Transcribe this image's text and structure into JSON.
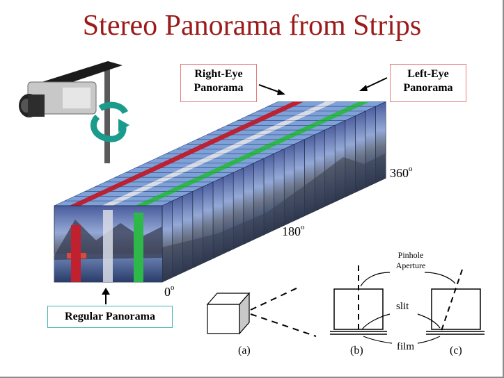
{
  "slide": {
    "title": "Stereo Panorama from Strips"
  },
  "labels": {
    "right_eye_line1": "Right-Eye",
    "right_eye_line2": "Panorama",
    "left_eye_line1": "Left-Eye",
    "left_eye_line2": "Panorama",
    "regular": "Regular Panorama"
  },
  "angles": {
    "deg0": "0",
    "deg180": "180",
    "deg360": "360",
    "degree_mark": "o"
  },
  "camera_diagram": {
    "pinhole_line1": "Pinhole",
    "pinhole_line2": "Aperture",
    "slit": "slit",
    "film": "film",
    "label_a": "(a)",
    "label_b": "(b)",
    "label_c": "(c)"
  },
  "colors": {
    "title": "#9c1a1a",
    "right_strip": "#c1202f",
    "left_strip": "#2fb84a",
    "regular_strip": "#d8dce6",
    "frame_top": "#7ea2d8",
    "label_border_red": "#e37b7b",
    "label_border_teal": "#3fb3b3"
  },
  "icons": [
    "video-camera-icon",
    "rotation-arrow-icon"
  ]
}
